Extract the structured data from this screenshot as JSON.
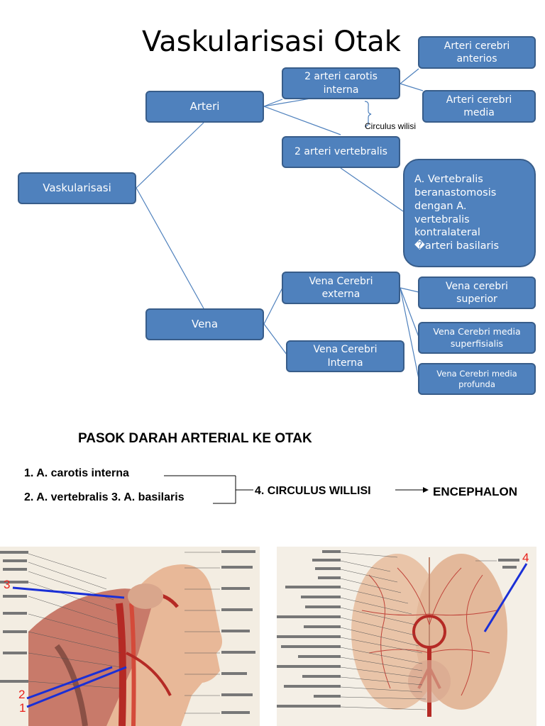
{
  "title": "Vaskularisasi Otak",
  "nodes": {
    "vaskularisasi": "Vaskularisasi",
    "arteri": "Arteri",
    "vena": "Vena",
    "carotis": "2 arteri carotis\ninterna",
    "vertebralis": "2 arteri vertebralis",
    "cerebri_anterios": "Arteri cerebri\nanterios",
    "cerebri_media": "Arteri cerebri\nmedia",
    "anastomosis": "A. Vertebralis\nberanastomosis\ndengan A.\nvertebralis\nkontralateral\n�arteri basilaris",
    "vena_externa": "Vena Cerebri\nexterna",
    "vena_interna": "Vena Cerebri\nInterna",
    "vena_superior": "Vena cerebri\nsuperior",
    "vena_superfisialis": "Vena Cerebri  media\nsuperfisialis",
    "vena_profunda": "Vena Cerebri  media\nprofunda"
  },
  "circulus_label": "Circulus wilisi",
  "section": {
    "heading": "PASOK DARAH ARTERIAL KE OTAK",
    "item1": "1.   A. carotis interna",
    "item2": "2.   A. vertebralis   3. A. basilaris",
    "item4": "4. CIRCULUS WILLISI",
    "encephalon": "ENCEPHALON"
  },
  "image_markers": {
    "left": [
      "3",
      "2",
      "1"
    ],
    "right": [
      "4"
    ]
  },
  "colors": {
    "box_fill": "#4f81bd",
    "box_border": "#385d8a",
    "connector": "#4f81bd",
    "marker_red": "#e8201a",
    "marker_line": "#1a2fd6"
  }
}
